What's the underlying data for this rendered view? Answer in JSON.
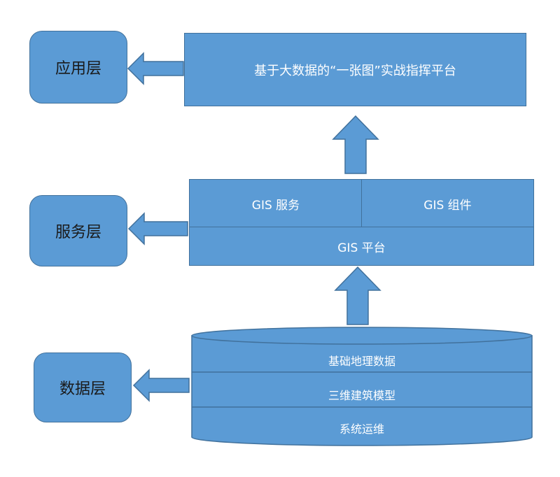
{
  "layers": {
    "application": "应用层",
    "service": "服务层",
    "data": "数据层"
  },
  "application_box": "基于大数据的“一张图”实战指挥平台",
  "service_boxes": {
    "gis_service": "GIS 服务",
    "gis_component": "GIS 组件",
    "gis_platform": "GIS 平台"
  },
  "data_cylinder": {
    "items": [
      "基础地理数据",
      "三维建筑模型",
      "系统运维"
    ]
  },
  "colors": {
    "fill": "#5b9bd5",
    "stroke": "#41719c",
    "text_on_fill": "#ffffff",
    "layer_text": "#1a1a1a"
  }
}
